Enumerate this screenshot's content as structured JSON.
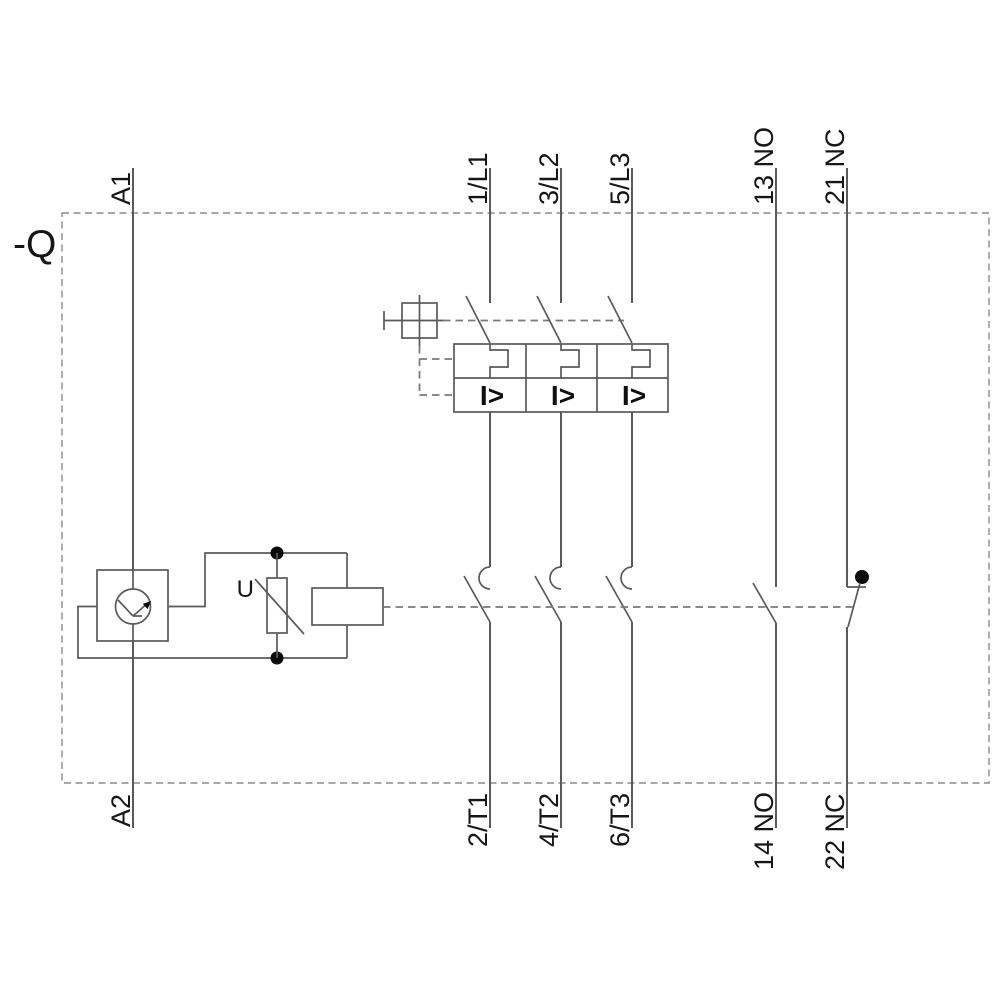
{
  "diagram": {
    "type": "electrical-schematic",
    "description": "Motor starter protector / circuit breaker with undervoltage release, 3 main poles and NO+NC auxiliary contacts",
    "device_reference": "-Q",
    "terminals": {
      "coil": {
        "top": "A1",
        "bottom": "A2"
      },
      "poles": [
        {
          "top": "1/L1",
          "bottom": "2/T1"
        },
        {
          "top": "3/L2",
          "bottom": "4/T2"
        },
        {
          "top": "5/L3",
          "bottom": "6/T3"
        }
      ],
      "aux": [
        {
          "type": "NO",
          "top": "13 NO",
          "bottom": "14 NO"
        },
        {
          "type": "NC",
          "top": "21 NC",
          "bottom": "22 NC"
        }
      ]
    },
    "symbols": {
      "undervoltage_release_label": "U",
      "overcurrent_trip_label": "I>"
    },
    "colors": {
      "line": "#5a5a5a",
      "dashed_linkage": "#7a7a7a",
      "enclosure_border": "#8c8c8c",
      "text": "#161616",
      "junction_dot": "#0a0a0a",
      "background": "#ffffff"
    }
  }
}
